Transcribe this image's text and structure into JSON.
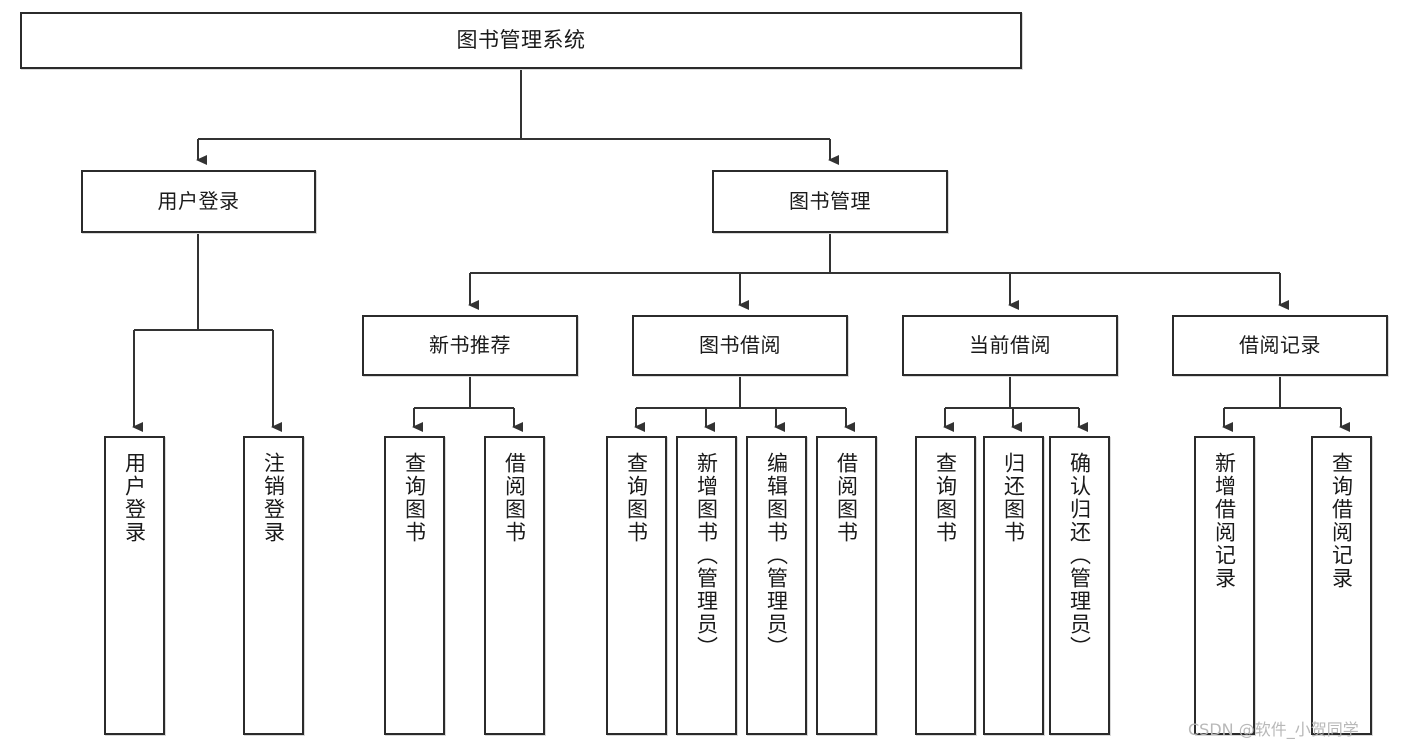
{
  "diagram": {
    "title": "图书管理系统",
    "type": "tree-hierarchy-chart",
    "colors": {
      "box_border": "#2b2b2b",
      "box_fill": "#ffffff",
      "connector": "#333333",
      "text": "#1a1a1a",
      "watermark": "#b8b8b8",
      "background": "#ffffff"
    },
    "root": {
      "label": "图书管理系统"
    },
    "level2": [
      {
        "label": "用户登录"
      },
      {
        "label": "图书管理"
      }
    ],
    "level3": [
      {
        "label": "新书推荐"
      },
      {
        "label": "图书借阅"
      },
      {
        "label": "当前借阅"
      },
      {
        "label": "借阅记录"
      }
    ],
    "leaves": {
      "user_login": [
        {
          "label": "用户登录"
        },
        {
          "label": "注销登录"
        }
      ],
      "new_book_recommend": [
        {
          "label": "查询图书"
        },
        {
          "label": "借阅图书"
        }
      ],
      "book_borrow": [
        {
          "label": "查询图书"
        },
        {
          "label": "新增图书（管理员）"
        },
        {
          "label": "编辑图书（管理员）"
        },
        {
          "label": "借阅图书"
        }
      ],
      "current_borrow": [
        {
          "label": "查询图书"
        },
        {
          "label": "归还图书"
        },
        {
          "label": "确认归还（管理员）"
        }
      ],
      "borrow_record": [
        {
          "label": "新增借阅记录"
        },
        {
          "label": "查询借阅记录"
        }
      ]
    },
    "watermark": "CSDN @软件_小贺同学"
  }
}
